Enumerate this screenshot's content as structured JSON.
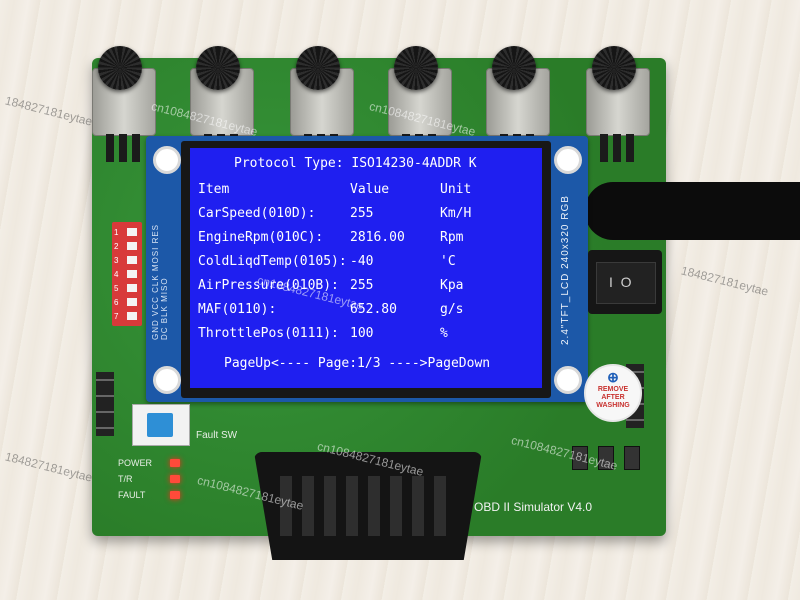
{
  "lcd": {
    "header": "Protocol Type: ISO14230-4ADDR K",
    "columns": {
      "item": "Item",
      "value": "Value",
      "unit": "Unit"
    },
    "rows": [
      {
        "item": "CarSpeed(010D):",
        "value": "255",
        "unit": "Km/H"
      },
      {
        "item": "EngineRpm(010C):",
        "value": "2816.00",
        "unit": "Rpm"
      },
      {
        "item": "ColdLiqdTemp(0105):",
        "value": "-40",
        "unit": "'C"
      },
      {
        "item": "AirPressure(010B):",
        "value": "255",
        "unit": "Kpa"
      },
      {
        "item": "MAF(0110):",
        "value": "652.80",
        "unit": "g/s"
      },
      {
        "item": "ThrottlePos(0111):",
        "value": "100",
        "unit": "%"
      }
    ],
    "footer": "PageUp<---- Page:1/3 ---->PageDown",
    "bg_color": "#1f1ff0"
  },
  "module_label_right": "2.4\"TFT_LCD 240x320 RGB",
  "module_label_left": "GND VCC CLK MOSI RES DC BLK MISO",
  "dip_numbers": "1 2 3 4 5 6 7",
  "switch_symbol": "I  O",
  "board_labels": {
    "fault_sw": "Fault SW",
    "power": "POWER",
    "tr": "T/R",
    "fault": "FAULT",
    "title": "OBD II Simulator V4.0"
  },
  "sticker": {
    "plus": "⊕",
    "text": "REMOVE AFTER WASHING"
  },
  "watermarks": {
    "a": "cn1084827181eytae",
    "b": "184827181eytae"
  },
  "colors": {
    "pcb": "#2f8a2c",
    "led": "#ff4a3a",
    "lcd_module": "#1c58a8"
  }
}
